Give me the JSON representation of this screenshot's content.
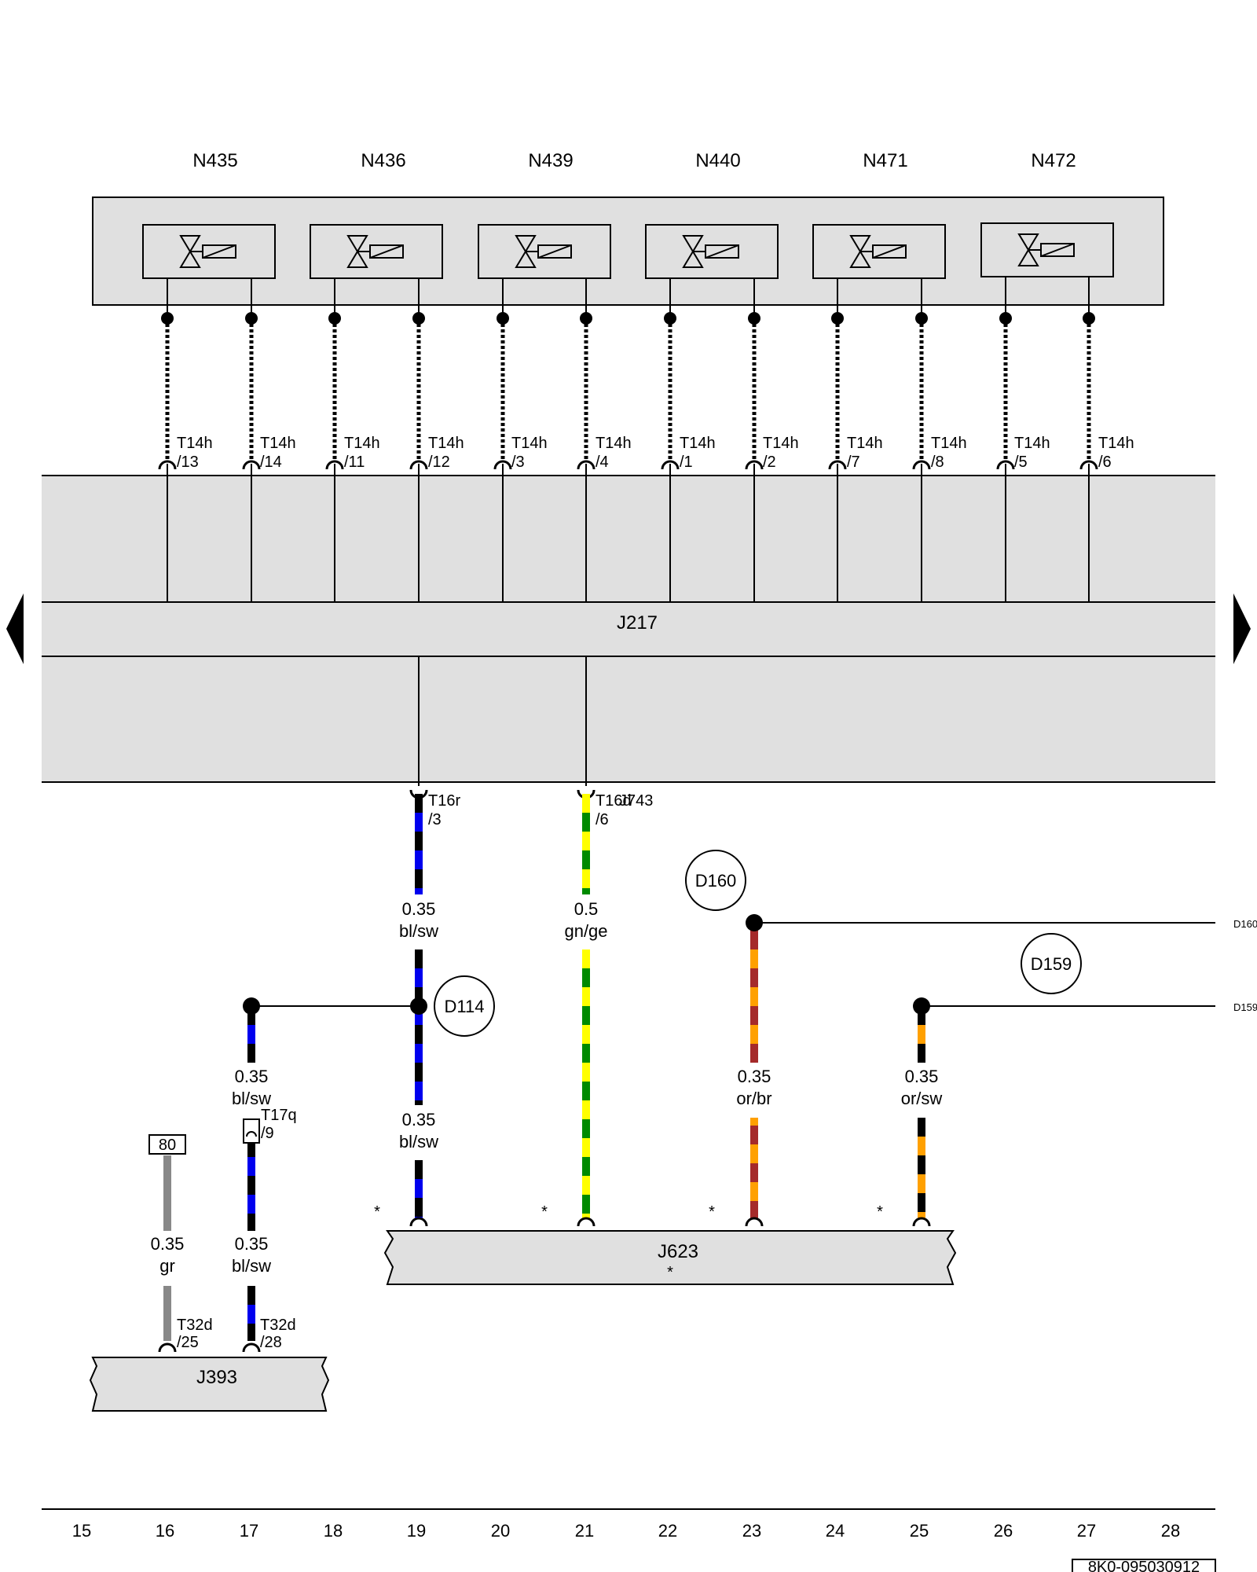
{
  "valves": [
    {
      "id": "N435",
      "pins": [
        {
          "conn": "T14h",
          "pin": "/13"
        },
        {
          "conn": "T14h",
          "pin": "/14"
        }
      ]
    },
    {
      "id": "N436",
      "pins": [
        {
          "conn": "T14h",
          "pin": "/11"
        },
        {
          "conn": "T14h",
          "pin": "/12"
        }
      ]
    },
    {
      "id": "N439",
      "pins": [
        {
          "conn": "T14h",
          "pin": "/3"
        },
        {
          "conn": "T14h",
          "pin": "/4"
        }
      ]
    },
    {
      "id": "N440",
      "pins": [
        {
          "conn": "T14h",
          "pin": "/1"
        },
        {
          "conn": "T14h",
          "pin": "/2"
        }
      ]
    },
    {
      "id": "N471",
      "pins": [
        {
          "conn": "T14h",
          "pin": "/7"
        },
        {
          "conn": "T14h",
          "pin": "/8"
        }
      ]
    },
    {
      "id": "N472",
      "pins": [
        {
          "conn": "T14h",
          "pin": "/5"
        },
        {
          "conn": "T14h",
          "pin": "/6"
        }
      ]
    }
  ],
  "control_unit": "J217",
  "lower_connectors": {
    "t16r": {
      "conn": "T16r",
      "pin": "/3"
    },
    "t16d": {
      "conn": "T16d",
      "pin": "/6",
      "ref": "J743"
    }
  },
  "wires": {
    "w19_top": {
      "size": "0.35",
      "color": "bl/sw"
    },
    "w21": {
      "size": "0.5",
      "color": "gn/ge"
    },
    "w17_top": {
      "size": "0.35",
      "color": "bl/sw"
    },
    "w19_low": {
      "size": "0.35",
      "color": "bl/sw"
    },
    "w23": {
      "size": "0.35",
      "color": "or/br"
    },
    "w25": {
      "size": "0.35",
      "color": "or/sw"
    },
    "w16": {
      "size": "0.35",
      "color": "gr"
    },
    "w17_low": {
      "size": "0.35",
      "color": "bl/sw"
    }
  },
  "splices": {
    "d114": "D114",
    "d160": "D160",
    "d159": "D159",
    "d160_edge": "D160",
    "d159_edge": "D159"
  },
  "t17q": {
    "conn": "T17q",
    "pin": "/9"
  },
  "ground_ref": "80",
  "t32d": [
    {
      "conn": "T32d",
      "pin": "/25"
    },
    {
      "conn": "T32d",
      "pin": "/28"
    }
  ],
  "ecu": {
    "name": "J623",
    "note": "*"
  },
  "gateway": "J393",
  "asterisks": [
    "*",
    "*",
    "*",
    "*"
  ],
  "columns": [
    "15",
    "16",
    "17",
    "18",
    "19",
    "20",
    "21",
    "22",
    "23",
    "24",
    "25",
    "26",
    "27",
    "28"
  ],
  "doc_id": "8K0-095030912",
  "colors": {
    "blue": "#0000ee",
    "black": "#000000",
    "green": "#008a00",
    "yellow": "#ffff00",
    "orange": "#ffa000",
    "brown": "#a52a2a",
    "grey": "#888888",
    "panel": "#e0e0e0"
  }
}
